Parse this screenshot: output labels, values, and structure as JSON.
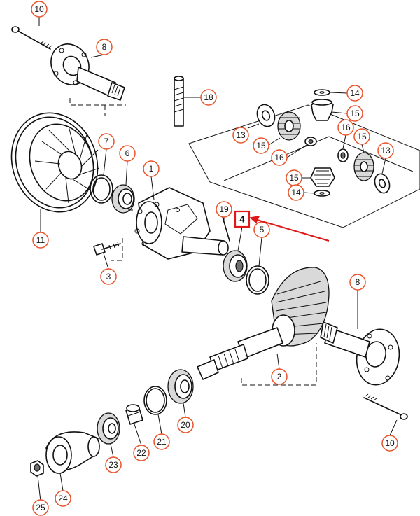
{
  "callouts": {
    "c10a": "10",
    "c8a": "8",
    "c18": "18",
    "c14a": "14",
    "c15a": "15",
    "c13a": "13",
    "c15b": "15",
    "c16a": "16",
    "c16b": "16",
    "c15c": "15",
    "c13b": "13",
    "c7": "7",
    "c6": "6",
    "c1": "1",
    "c15d": "15",
    "c14b": "14",
    "c11": "11",
    "c19": "19",
    "c4": "4",
    "c5": "5",
    "c3": "3",
    "c8b": "8",
    "c2": "2",
    "c20": "20",
    "c21": "21",
    "c22": "22",
    "c23": "23",
    "c10b": "10",
    "c24": "24",
    "c25": "25"
  },
  "highlight": {
    "part": "4",
    "color": "#e01818"
  },
  "colors": {
    "callout_border": "#e8532b",
    "line": "#111111"
  }
}
